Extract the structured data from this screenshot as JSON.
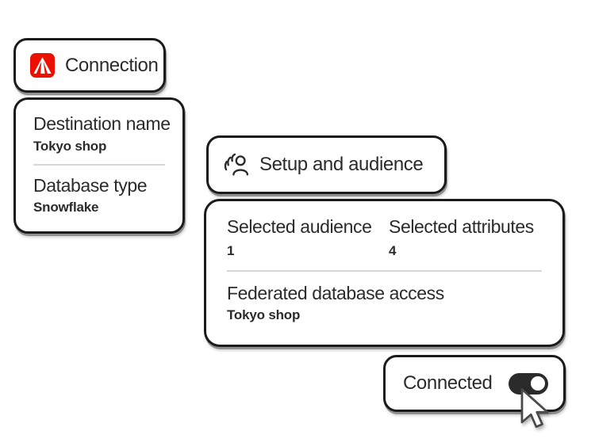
{
  "colors": {
    "background": "#ffffff",
    "card_background": "#ffffff",
    "card_border": "#1b1b1b",
    "text": "#2b2b2b",
    "divider": "#d7d7d7",
    "adobe_red": "#eb1000",
    "toggle_on": "#2b2b2b"
  },
  "connection_card": {
    "title": "Connection",
    "icon": "adobe-logo"
  },
  "destination_card": {
    "fields": [
      {
        "label": "Destination name",
        "value": "Tokyo shop"
      },
      {
        "label": "Database type",
        "value": "Snowflake"
      }
    ]
  },
  "setup_card": {
    "title": "Setup and audience",
    "icon": "audience-icon"
  },
  "summary_card": {
    "stats": [
      {
        "label": "Selected audience",
        "value": "1"
      },
      {
        "label": "Selected attributes",
        "value": "4"
      }
    ],
    "field": {
      "label": "Federated database access",
      "value": "Tokyo shop"
    }
  },
  "status_card": {
    "label": "Connected",
    "toggle_state": "on",
    "toggle_checked": "true"
  }
}
